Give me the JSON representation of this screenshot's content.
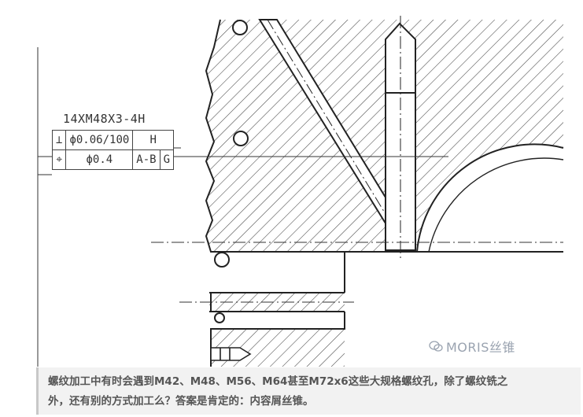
{
  "drawing": {
    "thread_callout": "14XM48X3-4H",
    "tolerances": [
      {
        "symbol": "⊥",
        "value": "ϕ0.06/100",
        "datum": "H"
      },
      {
        "symbol": "⌖",
        "value": "ϕ0.4",
        "datum": "A-B",
        "extra": "G"
      }
    ]
  },
  "watermark": {
    "icon": "wechat-icon",
    "text": "MORIS丝锥"
  },
  "caption": {
    "line1": "螺纹加工中有时会遇到M42、M48、M56、M64甚至M72x6这些大规格螺纹孔，除了螺纹铣之",
    "line2": "外，还有别的方式加工么？答案是肯定的：内容屑丝锥。"
  }
}
